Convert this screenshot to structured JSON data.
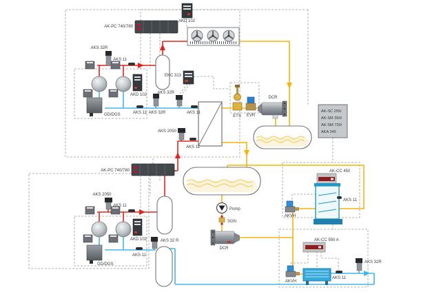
{
  "labels": {
    "akpc_upper": "AK-PC 740/780",
    "akd102_condenser": "AKD 102",
    "aks32r_discharge_upper": "AKS 32R",
    "aks11_discharge_upper": "AKS 11",
    "akd102_rack_upper": "AKD 102",
    "gddgs_upper": "GD/DGS",
    "aks11_suction_upper": "AKS 11",
    "aks32r_suction_upper": "AKS 32R",
    "ekc313": "EKC 313",
    "aks32r_ekc": "AKS 32R",
    "aks11_hx_suction": "AKS 11",
    "ets": "ETS",
    "evr": "EVR",
    "dcr_upper": "DCR",
    "aks2050_hx": "AKS 2050",
    "aks11_hx_discharge": "AKS 11",
    "system_manager": [
      "AK-SC 255/",
      "AK-SM 350/",
      "AK-SM 720/",
      "AKA 245"
    ],
    "akpc_lower": "AK-PC 740/780",
    "aks2050_discharge_lower": "AKS 2050",
    "aks11_discharge_lower": "AKS 11",
    "akd102_rack_lower": "AKD 102",
    "gddgs_lower": "GD/DGS",
    "aks11_suction_lower": "AKS 11",
    "aks32r_suction_lower": "AKS 32 R",
    "pump": "Pump",
    "sgn": "SGN",
    "dcr_lower": "DCR",
    "akcc450": "AK-CC 450",
    "aks11_case": "AKS 11",
    "akvh_case": "AKVH",
    "akcc550": "AK-CC 550 A",
    "akvh_evap": "AKVH",
    "aks11_evap": "AKS 11",
    "aks32r_evap_return": "AKS 32R"
  },
  "colors": {
    "discharge_line": "#e2231a",
    "liquid_line": "#f6b40a",
    "suction_line": "#41b6e6",
    "control_line": "#9a9a9a"
  }
}
